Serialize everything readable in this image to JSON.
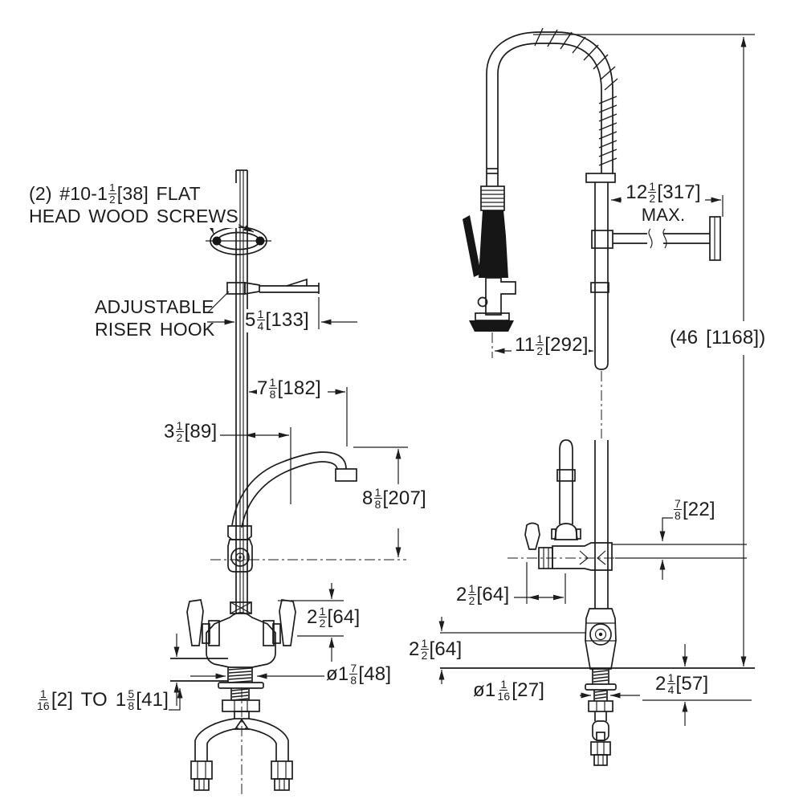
{
  "annotations": {
    "wood_screws": {
      "line1_pre": "(2) #10-1",
      "line1_num": "1",
      "line1_den": "2",
      "line1_post": "[38] FLAT",
      "line2": "HEAD WOOD SCREWS"
    },
    "riser_hook": {
      "line1": "ADJUSTABLE",
      "line2": "RISER HOOK"
    },
    "hook_arm": {
      "pre": "5",
      "num": "1",
      "den": "4",
      "post": " [133]"
    },
    "spout_reach": {
      "pre": "7",
      "num": "1",
      "den": "8",
      "post": " [182]"
    },
    "spout_offset": {
      "pre": "3",
      "num": "1",
      "den": "2",
      "post": "[89]"
    },
    "spout_height": {
      "pre": "8",
      "num": "1",
      "den": "8",
      "post": " [207]"
    },
    "handle_height": {
      "pre": "2",
      "num": "1",
      "den": "2",
      "post": "[64]"
    },
    "shank_dia_left": {
      "pre": "ø1",
      "num": "7",
      "den": "8",
      "post": "[48]"
    },
    "deck_thickness": {
      "num1": "1",
      "den1": "16",
      "mid": "[2] TO 1",
      "num2": "5",
      "den2": "8",
      "post": "[41]"
    },
    "bracket_reach": {
      "pre": "12",
      "num": "1",
      "den": "2",
      "post": "[317]",
      "line2": "MAX."
    },
    "spray_offset": {
      "pre": "11",
      "num": "1",
      "den": "2",
      "post": "[292]"
    },
    "overall_height": {
      "text": "(46 [1168])"
    },
    "nipple_gap": {
      "num": "7",
      "den": "8",
      "post": "[22]"
    },
    "addon_offset": {
      "pre": "2",
      "num": "1",
      "den": "2",
      "post": "[64]"
    },
    "valve_height": {
      "pre": "2",
      "num": "1",
      "den": "2",
      "post": "[64]"
    },
    "shank_height": {
      "pre": "2",
      "num": "1",
      "den": "4",
      "post": "[57]"
    },
    "shank_dia_right": {
      "pre": "ø1",
      "num": "1",
      "den": "16",
      "post": "[27]"
    }
  },
  "line_color": "#1c1c1c"
}
